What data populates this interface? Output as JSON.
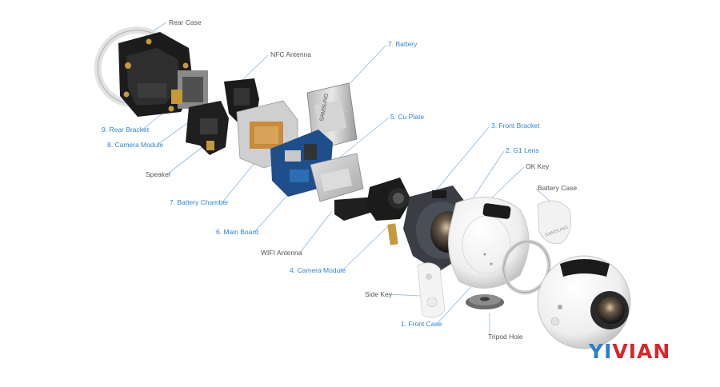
{
  "labels": {
    "rear_case": "Rear Case",
    "nfc_antenna": "NFC Antenna",
    "battery": "7. Battery",
    "cu_plate": "5. Cu Plate",
    "front_bracket": "3. Front Bracket",
    "g1_lens": "2. G1 Lens",
    "ok_key": "OK Key",
    "battery_case": "Battery Case",
    "rear_bracket": "9. Rear Bracket",
    "camera_module_8": "8. Camera Module",
    "speaker": "Speaker",
    "battery_chamber": "7. Battery Chamber",
    "main_board": "6. Main Board",
    "wifi_antenna": "WIFI Antenna",
    "camera_module_4": "4. Camera Module",
    "side_key": "Side Key",
    "front_case": "1. Front Case",
    "tripod_hole": "Tripod Hole"
  },
  "brand_print": "SAMSUNG",
  "watermark": {
    "part1": "YI",
    "part2": "VIAN"
  },
  "colors": {
    "label_blue": "#2f86d6",
    "label_gray": "#555555",
    "leader_line": "#8fb8dd",
    "logo_blue": "#2a7ec9",
    "logo_red": "#d8262b"
  }
}
